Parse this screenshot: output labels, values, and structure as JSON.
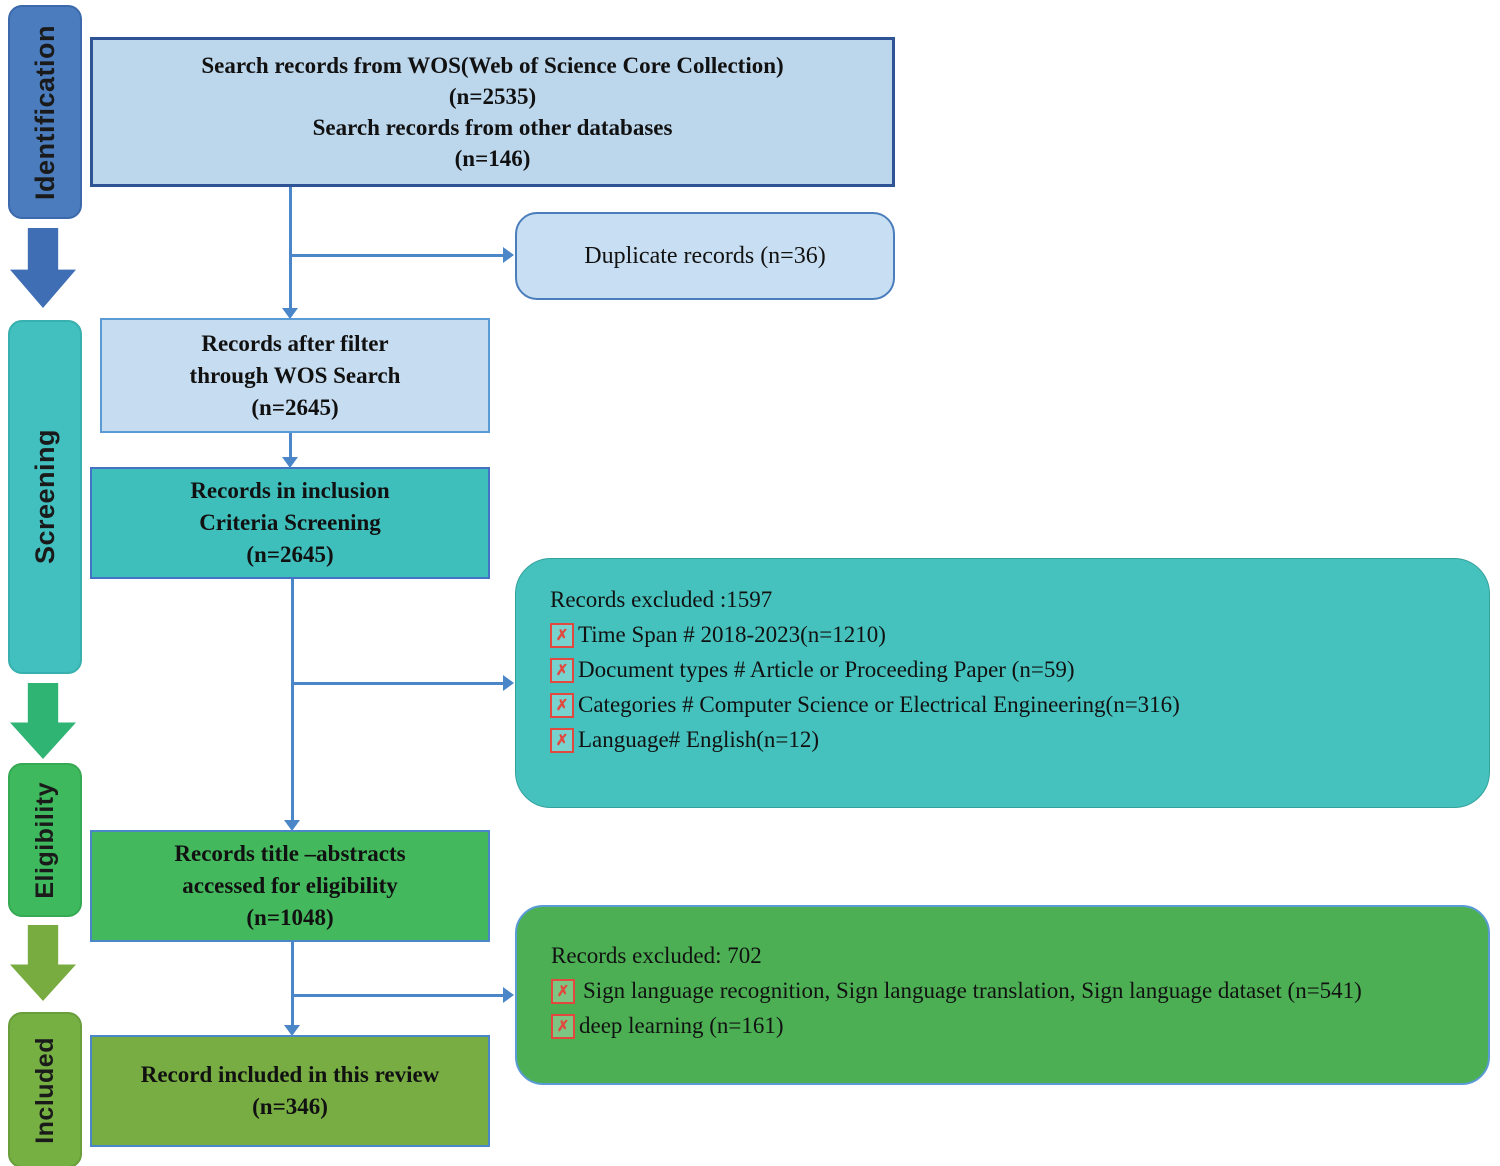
{
  "diagram_title": "PRISMA-style literature screening flow diagram",
  "sidebar": {
    "stages": [
      {
        "label": "Identification"
      },
      {
        "label": "Screening"
      },
      {
        "label": "Eligibility"
      },
      {
        "label": "Included"
      }
    ]
  },
  "boxes": {
    "search_records": {
      "line1": "Search records from WOS(Web of Science Core Collection)",
      "line2": "(n=2535)",
      "line3": "Search records from other databases",
      "line4": "(n=146)"
    },
    "duplicate": {
      "text": "Duplicate records (n=36)"
    },
    "after_filter": {
      "line1": "Records after filter",
      "line2": "through WOS Search",
      "line3": "(n=2645)"
    },
    "inclusion_screening": {
      "line1": "Records in inclusion",
      "line2": "Criteria Screening",
      "line3": "(n=2645)"
    },
    "excluded_screening": {
      "header": "Records excluded :1597",
      "items": [
        "Time Span # 2018-2023(n=1210)",
        "Document types # Article or Proceeding Paper (n=59)",
        "Categories # Computer Science or Electrical Engineering(n=316)",
        "Language# English(n=12)"
      ]
    },
    "title_abstracts": {
      "line1": "Records title –abstracts",
      "line2": "accessed for eligibility",
      "line3": "(n=1048)"
    },
    "excluded_eligibility": {
      "header": "Records excluded: 702",
      "items": [
        "Sign language recognition, Sign language translation, Sign language dataset (n=541)",
        "deep learning (n=161)"
      ]
    },
    "included_review": {
      "line1": "Record included in this review",
      "line2": "(n=346)"
    }
  },
  "icons": {
    "excluded_item_icon": "x-mark-box",
    "excluded_item_glyph": "✗"
  },
  "colors": {
    "sidebar_blue": "#4a7cbe",
    "sidebar_teal": "#41c0bf",
    "sidebar_green": "#3eb95e",
    "sidebar_olive": "#76b043",
    "arrow_blue": "#3f6eb5",
    "arrow_green": "#2fb474",
    "arrow_olive": "#79ac40",
    "light_blue_fill": "#bcd6ec",
    "dark_blue_border": "#2f5496",
    "teal_fill": "#3fbfbc",
    "big_teal_fill": "#45c2bd",
    "green_fill": "#44b85c",
    "big_green_fill": "#4caf54",
    "olive_fill": "#77ad43",
    "connector_blue": "#4a86c8",
    "icon_red": "#e2483d"
  }
}
